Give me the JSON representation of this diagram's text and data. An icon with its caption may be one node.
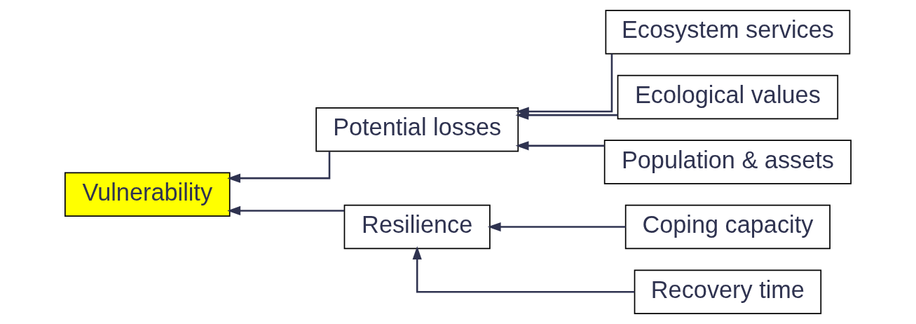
{
  "diagram": {
    "nodes": [
      {
        "text": [
          "Vulnerability"
        ]
      },
      {
        "text": [
          "Potential losses"
        ]
      },
      {
        "text": [
          "Resilience"
        ]
      },
      {
        "text": [
          "Ecosystem services"
        ]
      },
      {
        "text": [
          "Ecological values"
        ]
      },
      {
        "text": [
          "Population & assets"
        ]
      },
      {
        "text": [
          "Coping capacity"
        ]
      },
      {
        "text": [
          "Recovery time"
        ]
      }
    ],
    "edges": [
      {
        "from": 1,
        "to": 0,
        "arrow": "to"
      },
      {
        "from": 2,
        "to": 0,
        "arrow": "to"
      },
      {
        "from": 3,
        "to": 1,
        "arrow": "to"
      },
      {
        "from": 4,
        "to": 1,
        "arrow": "to"
      },
      {
        "from": 5,
        "to": 1,
        "arrow": "to"
      },
      {
        "from": 6,
        "to": 2,
        "arrow": "to"
      },
      {
        "from": 7,
        "to": 2,
        "arrow": "to"
      }
    ]
  }
}
